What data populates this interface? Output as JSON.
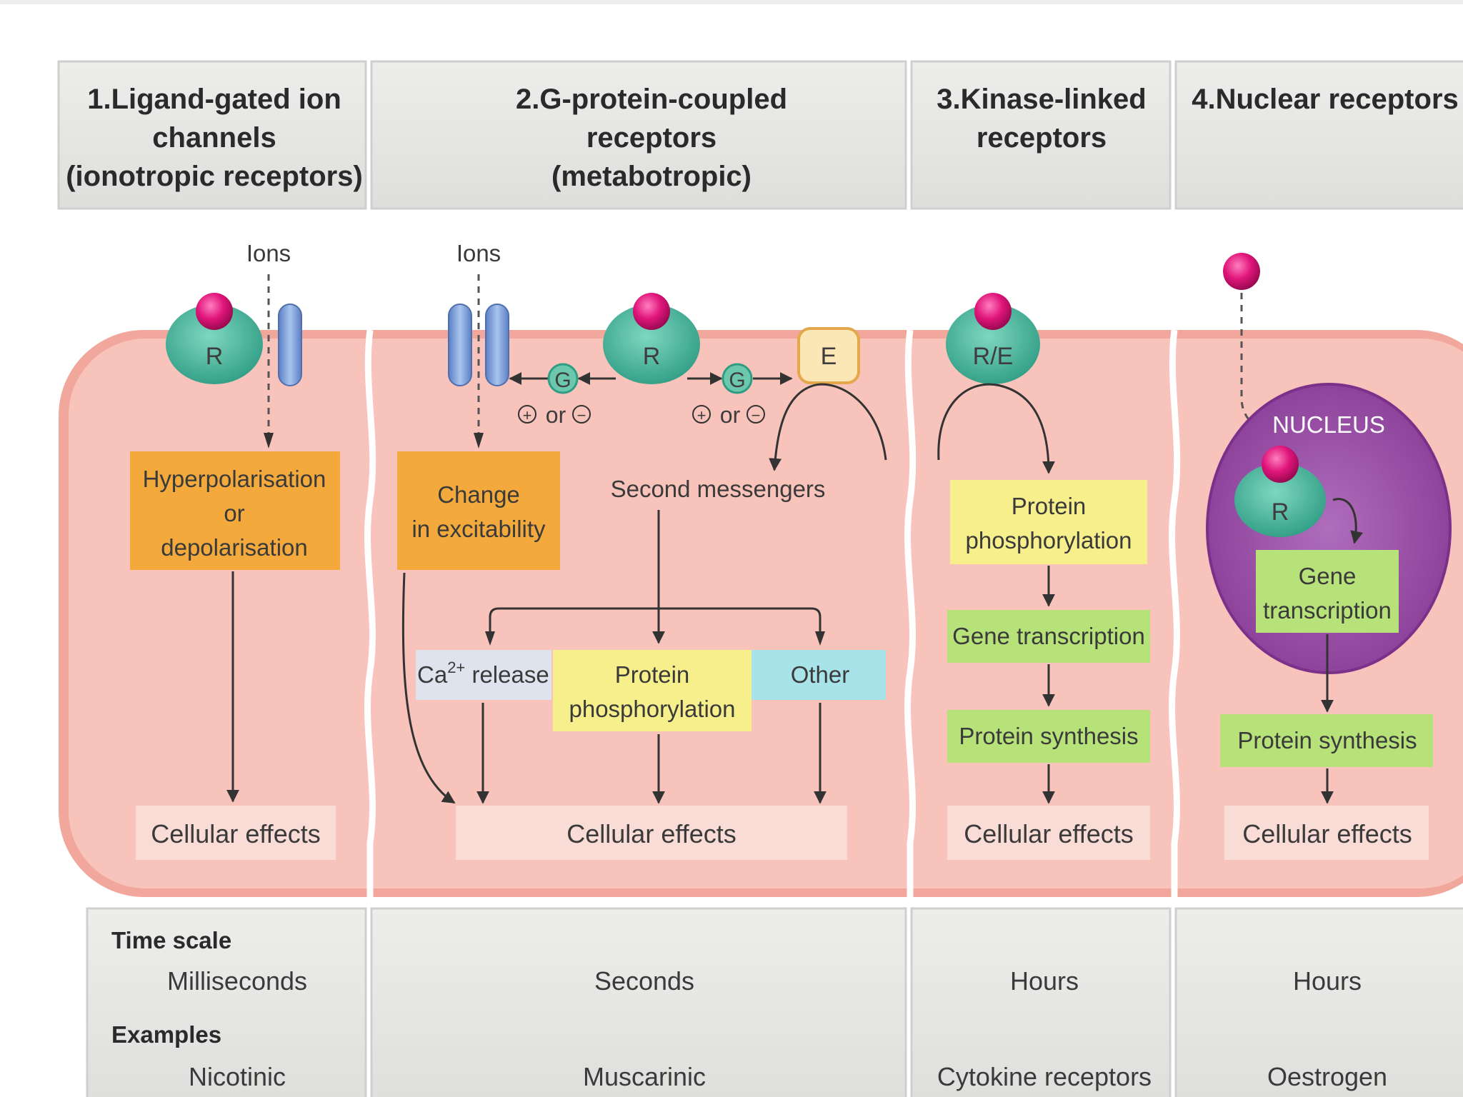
{
  "headers": {
    "col1": [
      "1.Ligand-gated ion",
      "channels",
      "(ionotropic receptors)"
    ],
    "col2": [
      "2.G-protein-coupled",
      "receptors",
      "(metabotropic)"
    ],
    "col3": [
      "3.Kinase-linked",
      "receptors"
    ],
    "col4": [
      "4.Nuclear receptors"
    ]
  },
  "labels": {
    "ions": "Ions",
    "receptor": "R",
    "receptor_enzyme": "R/E",
    "g_protein": "G",
    "effector": "E",
    "or": "or",
    "plus": "+",
    "minus": "−",
    "nucleus": "NUCLEUS"
  },
  "boxes": {
    "hyperpolarisation": [
      "Hyperpolarisation",
      "or",
      "depolarisation"
    ],
    "change_excitability": [
      "Change",
      "in excitability"
    ],
    "second_messengers": "Second messengers",
    "ca_release_prefix": "Ca",
    "ca_release_sup": "2+",
    "ca_release_suffix": " release",
    "protein_phosphorylation": [
      "Protein",
      "phosphorylation"
    ],
    "other": "Other",
    "gene_transcription": "Gene transcription",
    "gene_transcription_nuclear": [
      "Gene",
      "transcription"
    ],
    "protein_synthesis": "Protein synthesis",
    "cellular_effects": "Cellular effects"
  },
  "bottom": {
    "time_scale_label": "Time scale",
    "examples_label": "Examples",
    "time_scales": [
      "Milliseconds",
      "Seconds",
      "Hours",
      "Hours"
    ],
    "examples": [
      "Nicotinic",
      "Muscarinic",
      "Cytokine receptors",
      "Oestrogen"
    ]
  },
  "colors": {
    "cell": "#f8c3bb",
    "membrane": "#f2a79c",
    "orange": "#f3a93c",
    "yellow": "#f7ef8c",
    "green": "#b7e27a",
    "cyan": "#a9e3ea",
    "lavender": "#dfe3ee",
    "cellular_effects": "#fadcd7",
    "receptor": "#49b79e",
    "ligand": "#e0157a",
    "channel": "#7fa0d6",
    "nucleus": "#9a52a6",
    "header_bg": "#e6e6e4"
  }
}
